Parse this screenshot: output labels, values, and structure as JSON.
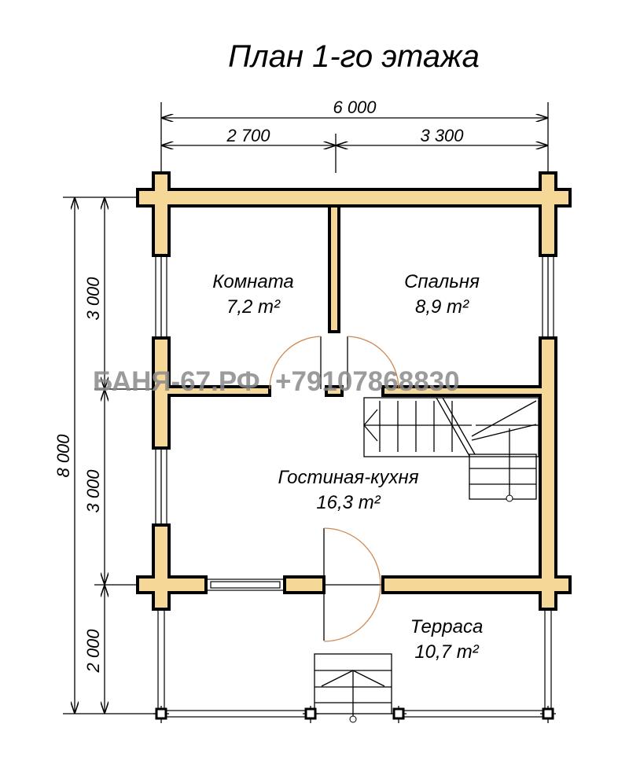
{
  "title": "План 1-го этажа",
  "dimensions": {
    "total_width": "6 000",
    "left_width": "2 700",
    "right_width": "3 300",
    "total_length": "8 000",
    "upper_length": "3 000",
    "middle_length": "3 000",
    "terrace_length": "2 000"
  },
  "rooms": [
    {
      "name": "Комната",
      "area": "7,2 m²"
    },
    {
      "name": "Спальня",
      "area": "8,9 m²"
    },
    {
      "name": "Гостиная-кухня",
      "area": "16,3 m²"
    },
    {
      "name": "Терраса",
      "area": "10,7 m²"
    }
  ],
  "watermark": "БАНЯ-67.РФ  +79107868830",
  "colors": {
    "wall": "#f5d898",
    "door_arc": "#d08850",
    "watermark": "#8a8a8a"
  }
}
